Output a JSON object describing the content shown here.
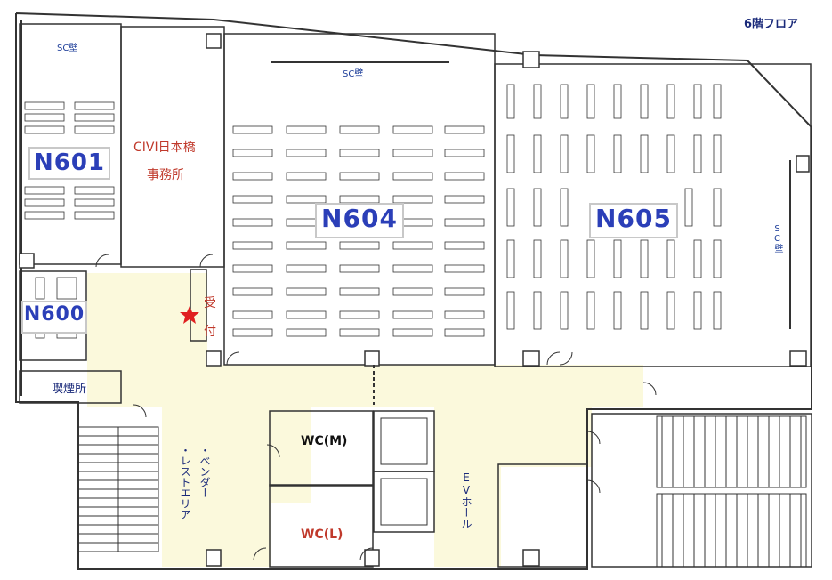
{
  "title": "6階フロア",
  "rooms": {
    "n601": "N601",
    "n600": "N600",
    "n604": "N604",
    "n605": "N605"
  },
  "labels": {
    "sc_wall": "SC壁",
    "office_line1": "CIVI日本橋",
    "office_line2": "事務所",
    "reception_1": "受",
    "reception_2": "付",
    "smoking": "喫煙所",
    "wc_m": "WC(M)",
    "wc_l": "WC(L)",
    "ev_hall": "EVホール",
    "vendor_line1": "・ベンダー",
    "vendor_line2": "・レストエリア"
  },
  "colors": {
    "corridor": "#fbf9dc",
    "wall": "#333333",
    "room_label": "#2b3fb8",
    "red_text": "#c0392b",
    "star": "#e02020"
  }
}
